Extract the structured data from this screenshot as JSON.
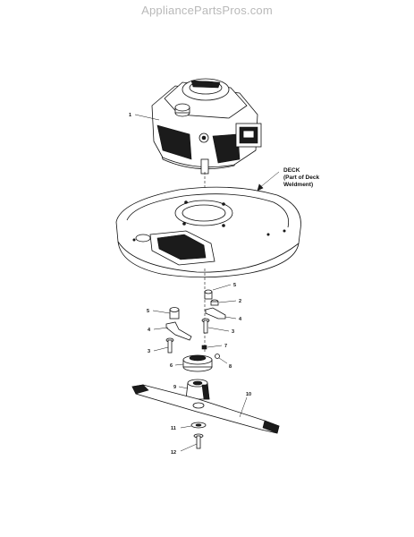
{
  "site": {
    "watermark": "AppliancePartsPros.com"
  },
  "callouts": {
    "engine": "1",
    "bolt_right": "2",
    "bolt_left": "3",
    "bolt_center": "3",
    "bracket_left": "4",
    "bracket_right": "4",
    "spacer_left": "5",
    "spacer_right": "5",
    "adapter": "6",
    "key": "7",
    "setscrew": "8",
    "hub": "9",
    "blade": "10",
    "washer": "11",
    "blade_bolt": "12"
  },
  "deck": {
    "line1": "DECK",
    "line2": "(Part of Deck",
    "line3": "Weldment)"
  },
  "colors": {
    "ink": "#111111",
    "watermark": "#b9b9b9",
    "background": "#ffffff"
  }
}
